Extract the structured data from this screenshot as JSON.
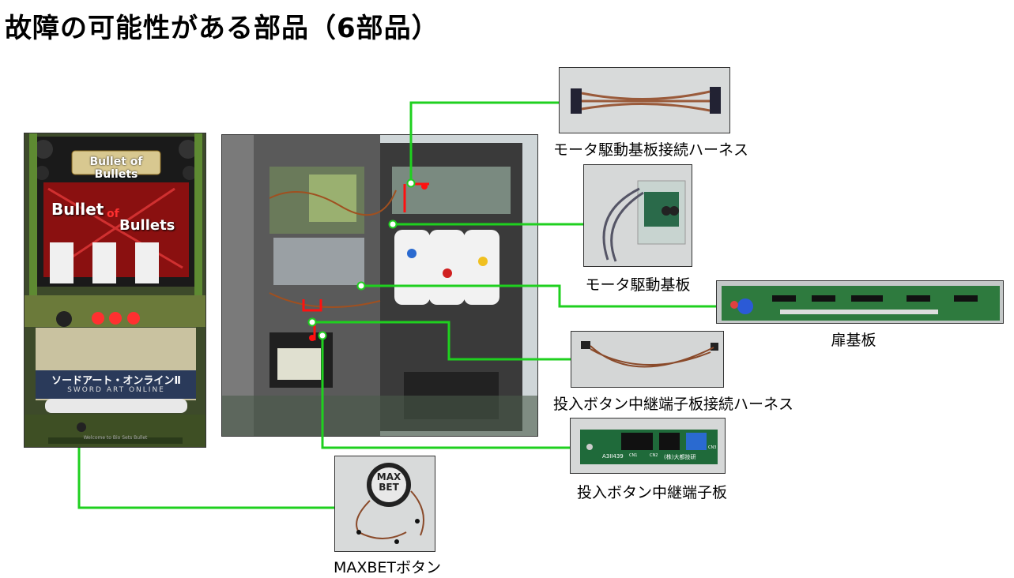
{
  "title": "故障の可能性がある部品（6部品）",
  "machine": {
    "logo_text": "Bullet of Bullets",
    "reel_logo_1": "Bullet",
    "reel_logo_2": "of",
    "reel_logo_3": "Bullets",
    "lower_title": "ソードアート・オンラインⅡ",
    "lower_subtitle": "SWORD ART ONLINE",
    "tray_text": "Welcome to Bio Sets Bullet"
  },
  "parts": [
    {
      "label": "モータ駆動基板接続ハーネス"
    },
    {
      "label": "モータ駆動基板"
    },
    {
      "label": "扉基板"
    },
    {
      "label": "投入ボタン中継端子板接続ハーネス"
    },
    {
      "label": "投入ボタン中継端子板"
    },
    {
      "label": "MAXBETボタン"
    }
  ],
  "button_text": {
    "line1": "MAX",
    "line2": "BET"
  },
  "relay_board_text": {
    "code": "A3II439",
    "maker": "(株)大都技研",
    "cn1": "CN1",
    "cn2": "CN2",
    "cn3": "CN3"
  },
  "colors": {
    "connector": "#1fd01f",
    "marker": "#ff1010"
  }
}
